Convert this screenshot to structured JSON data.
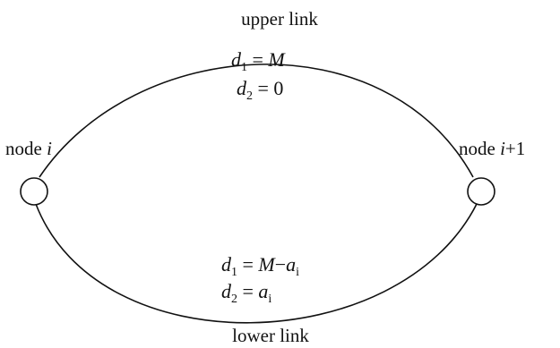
{
  "nodes": {
    "left": {
      "label_text": "node",
      "label_var": "i",
      "label_suffix": ""
    },
    "right": {
      "label_text": "node",
      "label_var": "i",
      "label_suffix": "+1"
    }
  },
  "upper_link": {
    "label": "upper link",
    "eq1": {
      "var": "d",
      "sub": "1",
      "op": "=",
      "rhs_var": "M",
      "rhs_minus": "",
      "rhs_sub_var": "",
      "rhs_sub": ""
    },
    "eq2": {
      "var": "d",
      "sub": "2",
      "op": "=",
      "rhs_num": "0"
    }
  },
  "lower_link": {
    "label": "lower link",
    "eq1": {
      "var": "d",
      "sub": "1",
      "op": "=",
      "rhs_var": "M",
      "rhs_minus": "−",
      "rhs_sub_var": "a",
      "rhs_sub": "i"
    },
    "eq2": {
      "var": "d",
      "sub": "2",
      "op": "=",
      "rhs_sub_var": "a",
      "rhs_sub": "i"
    }
  }
}
